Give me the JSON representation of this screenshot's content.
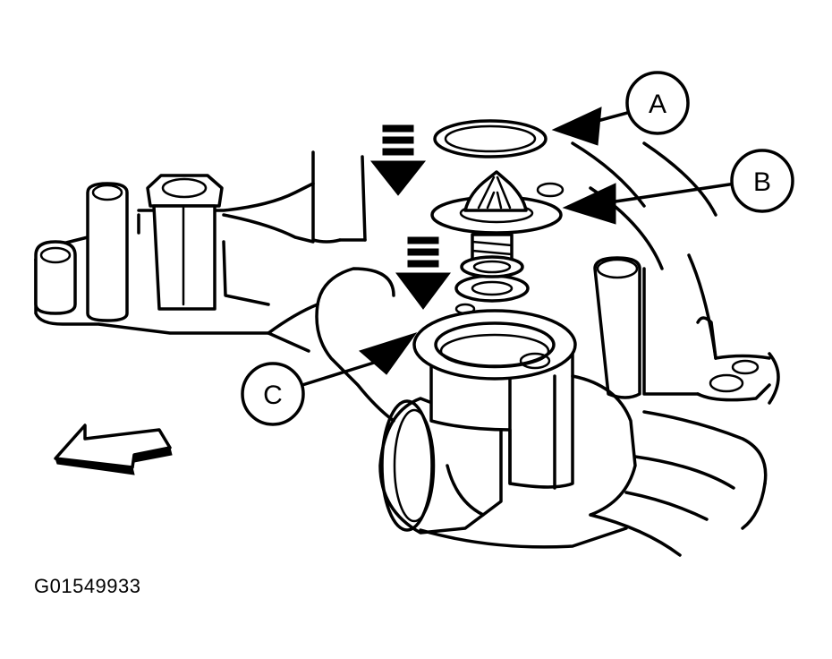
{
  "callouts": {
    "a": "A",
    "b": "B",
    "c": "C"
  },
  "figure_id": "G01549933",
  "colors": {
    "ink": "#000000",
    "background": "#ffffff"
  }
}
